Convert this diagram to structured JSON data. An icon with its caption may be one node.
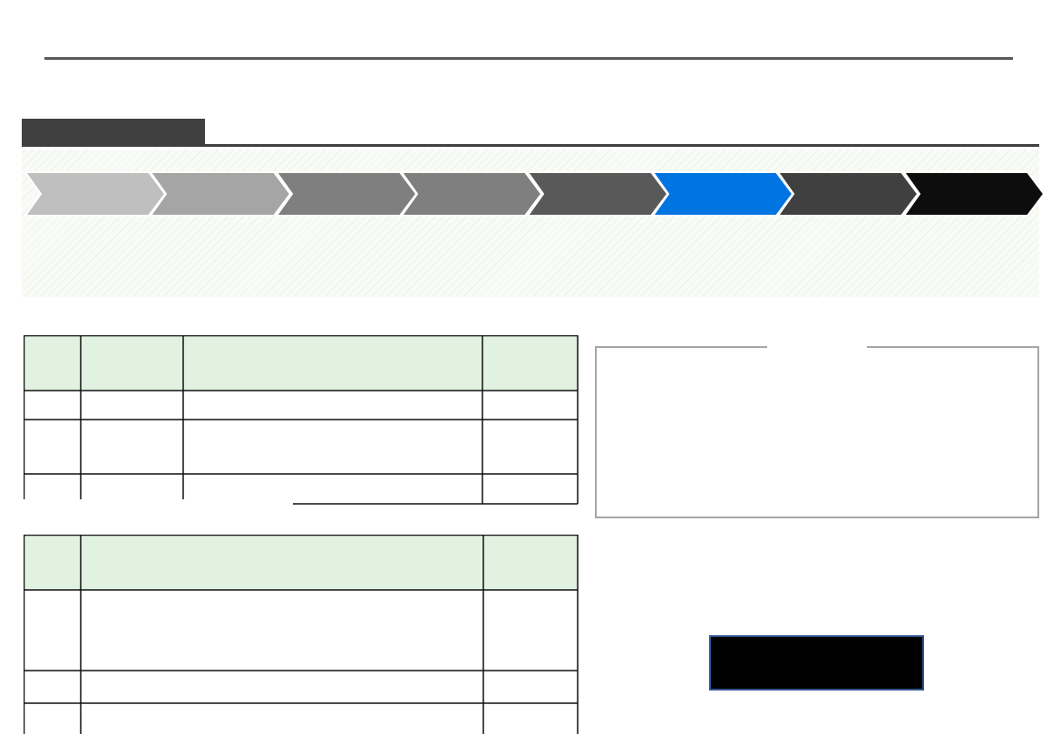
{
  "diagram": {
    "nodes": [
      {
        "text": [],
        "shape": "box"
      },
      {
        "text": [],
        "shape": "band"
      },
      {
        "text": [],
        "shape": "chevron",
        "in": 1
      },
      {
        "text": [],
        "shape": "chevron",
        "in": 1
      },
      {
        "text": [],
        "shape": "chevron",
        "in": 1
      },
      {
        "text": [],
        "shape": "chevron",
        "in": 1
      },
      {
        "text": [],
        "shape": "chevron",
        "in": 1
      },
      {
        "text": [],
        "shape": "chevron",
        "in": 1
      },
      {
        "text": [],
        "shape": "chevron",
        "in": 1
      },
      {
        "text": [],
        "shape": "chevron",
        "in": 1
      },
      {
        "text": [],
        "shape": "table"
      },
      {
        "text": [],
        "shape": "table"
      },
      {
        "text": [],
        "shape": "box"
      },
      {
        "text": [],
        "shape": "box"
      }
    ]
  }
}
